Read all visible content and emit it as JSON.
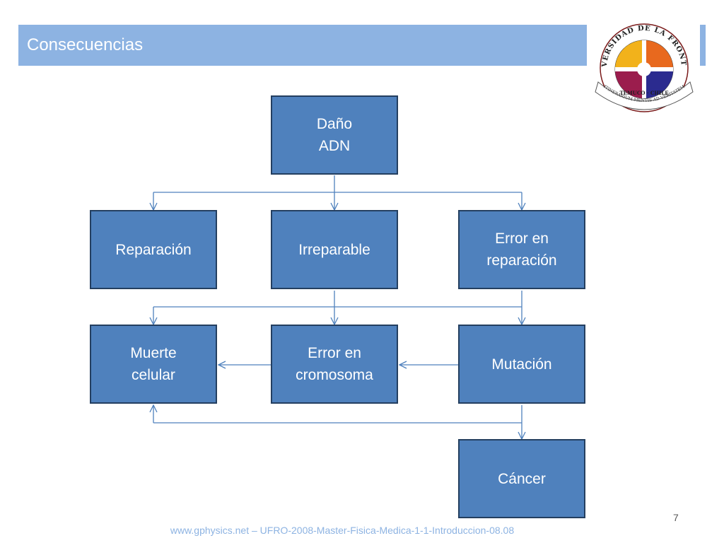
{
  "slide": {
    "title": "Consecuencias",
    "page_number": "7",
    "footer": "www.gphysics.net – UFRO-2008-Master-Fisica-Medica-1-1-Introduccion-08.08"
  },
  "logo": {
    "top_text": "UNIVERSIDAD DE LA FRONTERA",
    "city_text": "TEMUCO · CHILE",
    "motto": "ITINERARIUM MENTIS AD VERITATEM"
  },
  "colors": {
    "title_bar": "#8db3e2",
    "box_fill": "#4f81bd",
    "box_border": "#243f60",
    "connector": "#4f81bd",
    "footer_text": "#8db3e2"
  },
  "diagram": {
    "nodes": {
      "dano": "Daño\nADN",
      "reparacion": "Reparación",
      "irreparable": "Irreparable",
      "error_reparacion": "Error en\nreparación",
      "muerte": "Muerte\ncelular",
      "error_cromosoma": "Error en\ncromosoma",
      "mutacion": "Mutación",
      "cancer": "Cáncer"
    },
    "edges": [
      {
        "from": "dano",
        "to": "reparacion"
      },
      {
        "from": "dano",
        "to": "irreparable"
      },
      {
        "from": "dano",
        "to": "error_reparacion"
      },
      {
        "from": "irreparable",
        "to": "muerte"
      },
      {
        "from": "irreparable",
        "to": "error_cromosoma"
      },
      {
        "from": "error_reparacion",
        "to": "muerte"
      },
      {
        "from": "error_reparacion",
        "to": "mutacion"
      },
      {
        "from": "error_cromosoma",
        "to": "muerte"
      },
      {
        "from": "mutacion",
        "to": "error_cromosoma"
      },
      {
        "from": "mutacion",
        "to": "muerte"
      },
      {
        "from": "mutacion",
        "to": "cancer"
      }
    ]
  }
}
